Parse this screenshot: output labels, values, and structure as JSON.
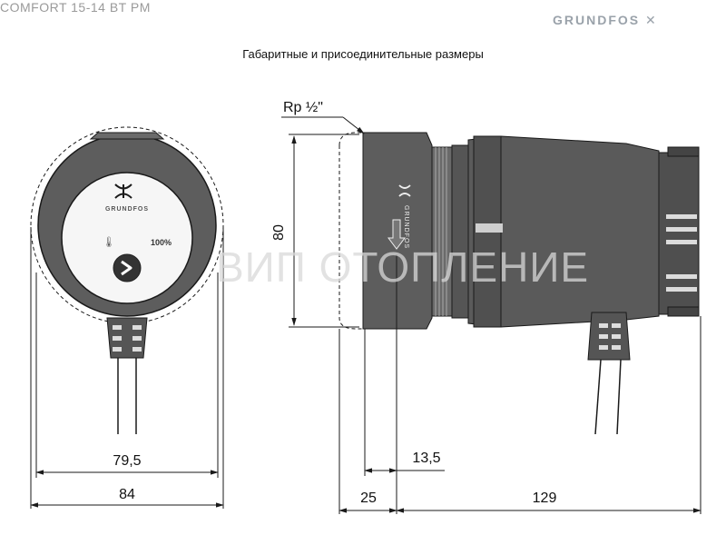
{
  "header": {
    "model": "COMFORT 15-14 BT PM",
    "brand": "GRUNDFOS",
    "title": "Габаритные и присоединительные размеры"
  },
  "drawing": {
    "thread_label": "Rp ½\"",
    "dimensions": {
      "height": "80",
      "width_inner": "79,5",
      "width_outer": "84",
      "port_offset": "13,5",
      "port_length": "25",
      "body_length": "129"
    },
    "front_view": {
      "logo_text": "GRUNDFOS",
      "power_label": "100%"
    },
    "side_view": {
      "housing_text": "GRUNDFOS"
    },
    "watermark": "ВИП ОТОПЛЕНИЕ"
  },
  "colors": {
    "line": "#1a1a1a",
    "body_gray": "#5b5b5b",
    "watermark": "#d8d8d8"
  }
}
